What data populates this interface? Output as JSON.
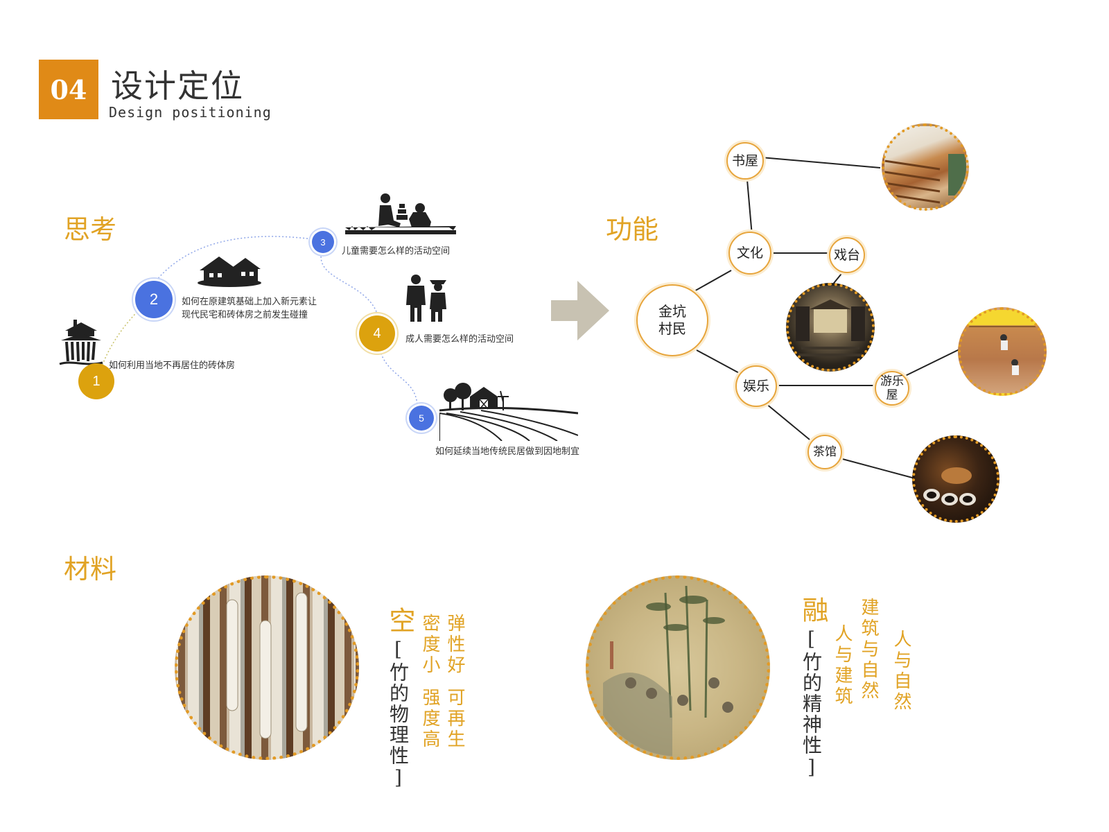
{
  "header": {
    "number": "04",
    "title_cn": "设计定位",
    "title_en": "Design positioning"
  },
  "sections": {
    "thinking": "思考",
    "function": "功能",
    "material": "材料"
  },
  "thinking_steps": [
    {
      "num": "1",
      "text": "如何利用当地不再居住的砖体房",
      "color": "#dca20e"
    },
    {
      "num": "2",
      "text": "如何在原建筑基础上加入新元素让现代民宅和砖体房之前发生碰撞",
      "color": "#4a72e0"
    },
    {
      "num": "3",
      "text": "儿童需要怎么样的活动空间",
      "color": "#4a72e0"
    },
    {
      "num": "4",
      "text": "成人需要怎么样的活动空间",
      "color": "#dca20e"
    },
    {
      "num": "5",
      "text": "如何延续当地传统民居做到因地制宜",
      "color": "#4a72e0"
    }
  ],
  "step2_lines": [
    "如何在原建筑基础上加入新元素让",
    "现代民宅和砖体房之前发生碰撞"
  ],
  "network": {
    "center": "金坑村民",
    "center_lines": [
      "金坑",
      "村民"
    ],
    "nodes": {
      "culture": "文化",
      "bookhouse": "书屋",
      "stage": "戏台",
      "entertainment": "娱乐",
      "playhouse": "游乐屋",
      "playhouse_lines": [
        "游乐",
        "屋"
      ],
      "teahouse": "茶馆"
    }
  },
  "materials": {
    "left": {
      "big": "空",
      "sub": "[竹的物理性]",
      "col_a_top": "密度小",
      "col_a_bottom": "强度高",
      "col_b_top": "弹性好",
      "col_b_bottom": "可再生"
    },
    "right": {
      "big": "融",
      "sub": "[竹的精神性]",
      "col_a": "人与建筑",
      "col_b": "建筑与自然",
      "col_c": "人与自然"
    }
  },
  "colors": {
    "accent_orange": "#e08a17",
    "gold": "#e1a325",
    "blue": "#4a72e0",
    "arrow": "#c8c2b2"
  }
}
